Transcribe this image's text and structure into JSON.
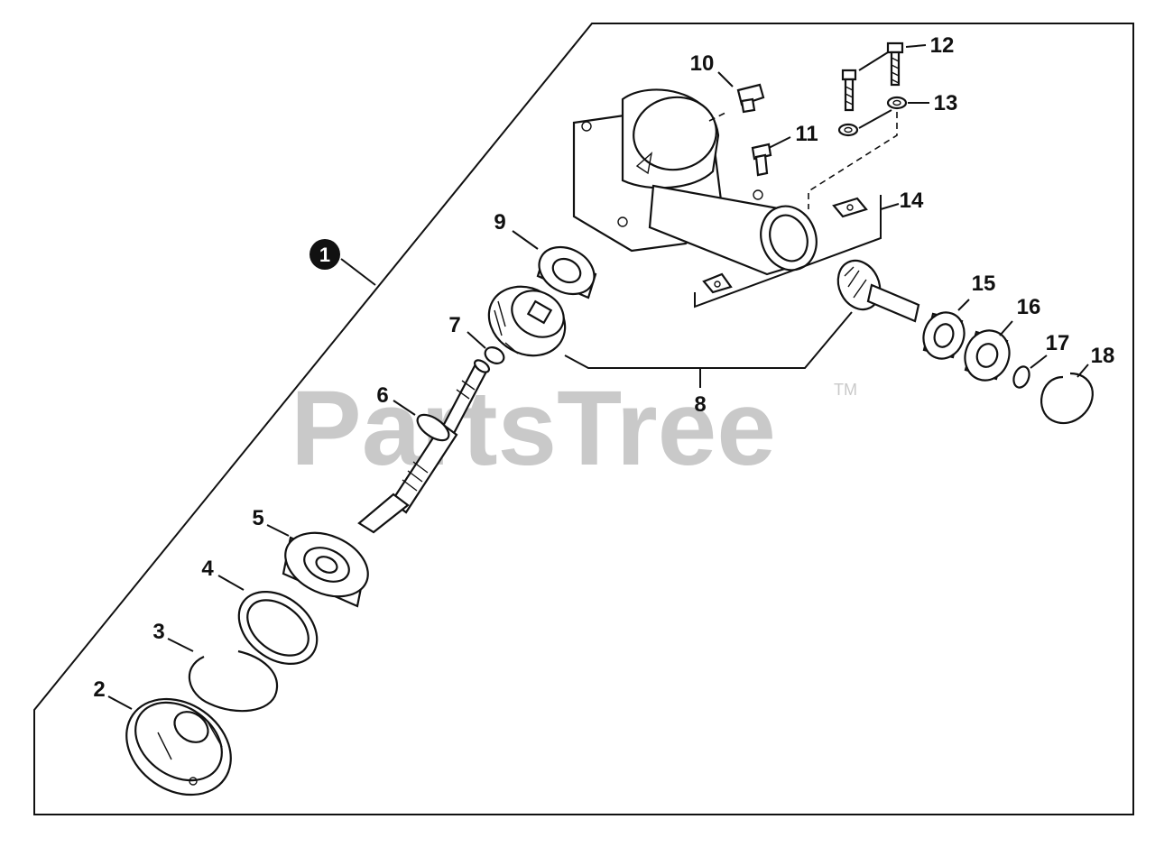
{
  "watermark": {
    "text": "PartsTree",
    "trademark": "TM"
  },
  "assembly_callout": "1",
  "callouts": [
    "2",
    "3",
    "4",
    "5",
    "6",
    "7",
    "8",
    "9",
    "10",
    "11",
    "12",
    "13",
    "14",
    "15",
    "16",
    "17",
    "18"
  ]
}
